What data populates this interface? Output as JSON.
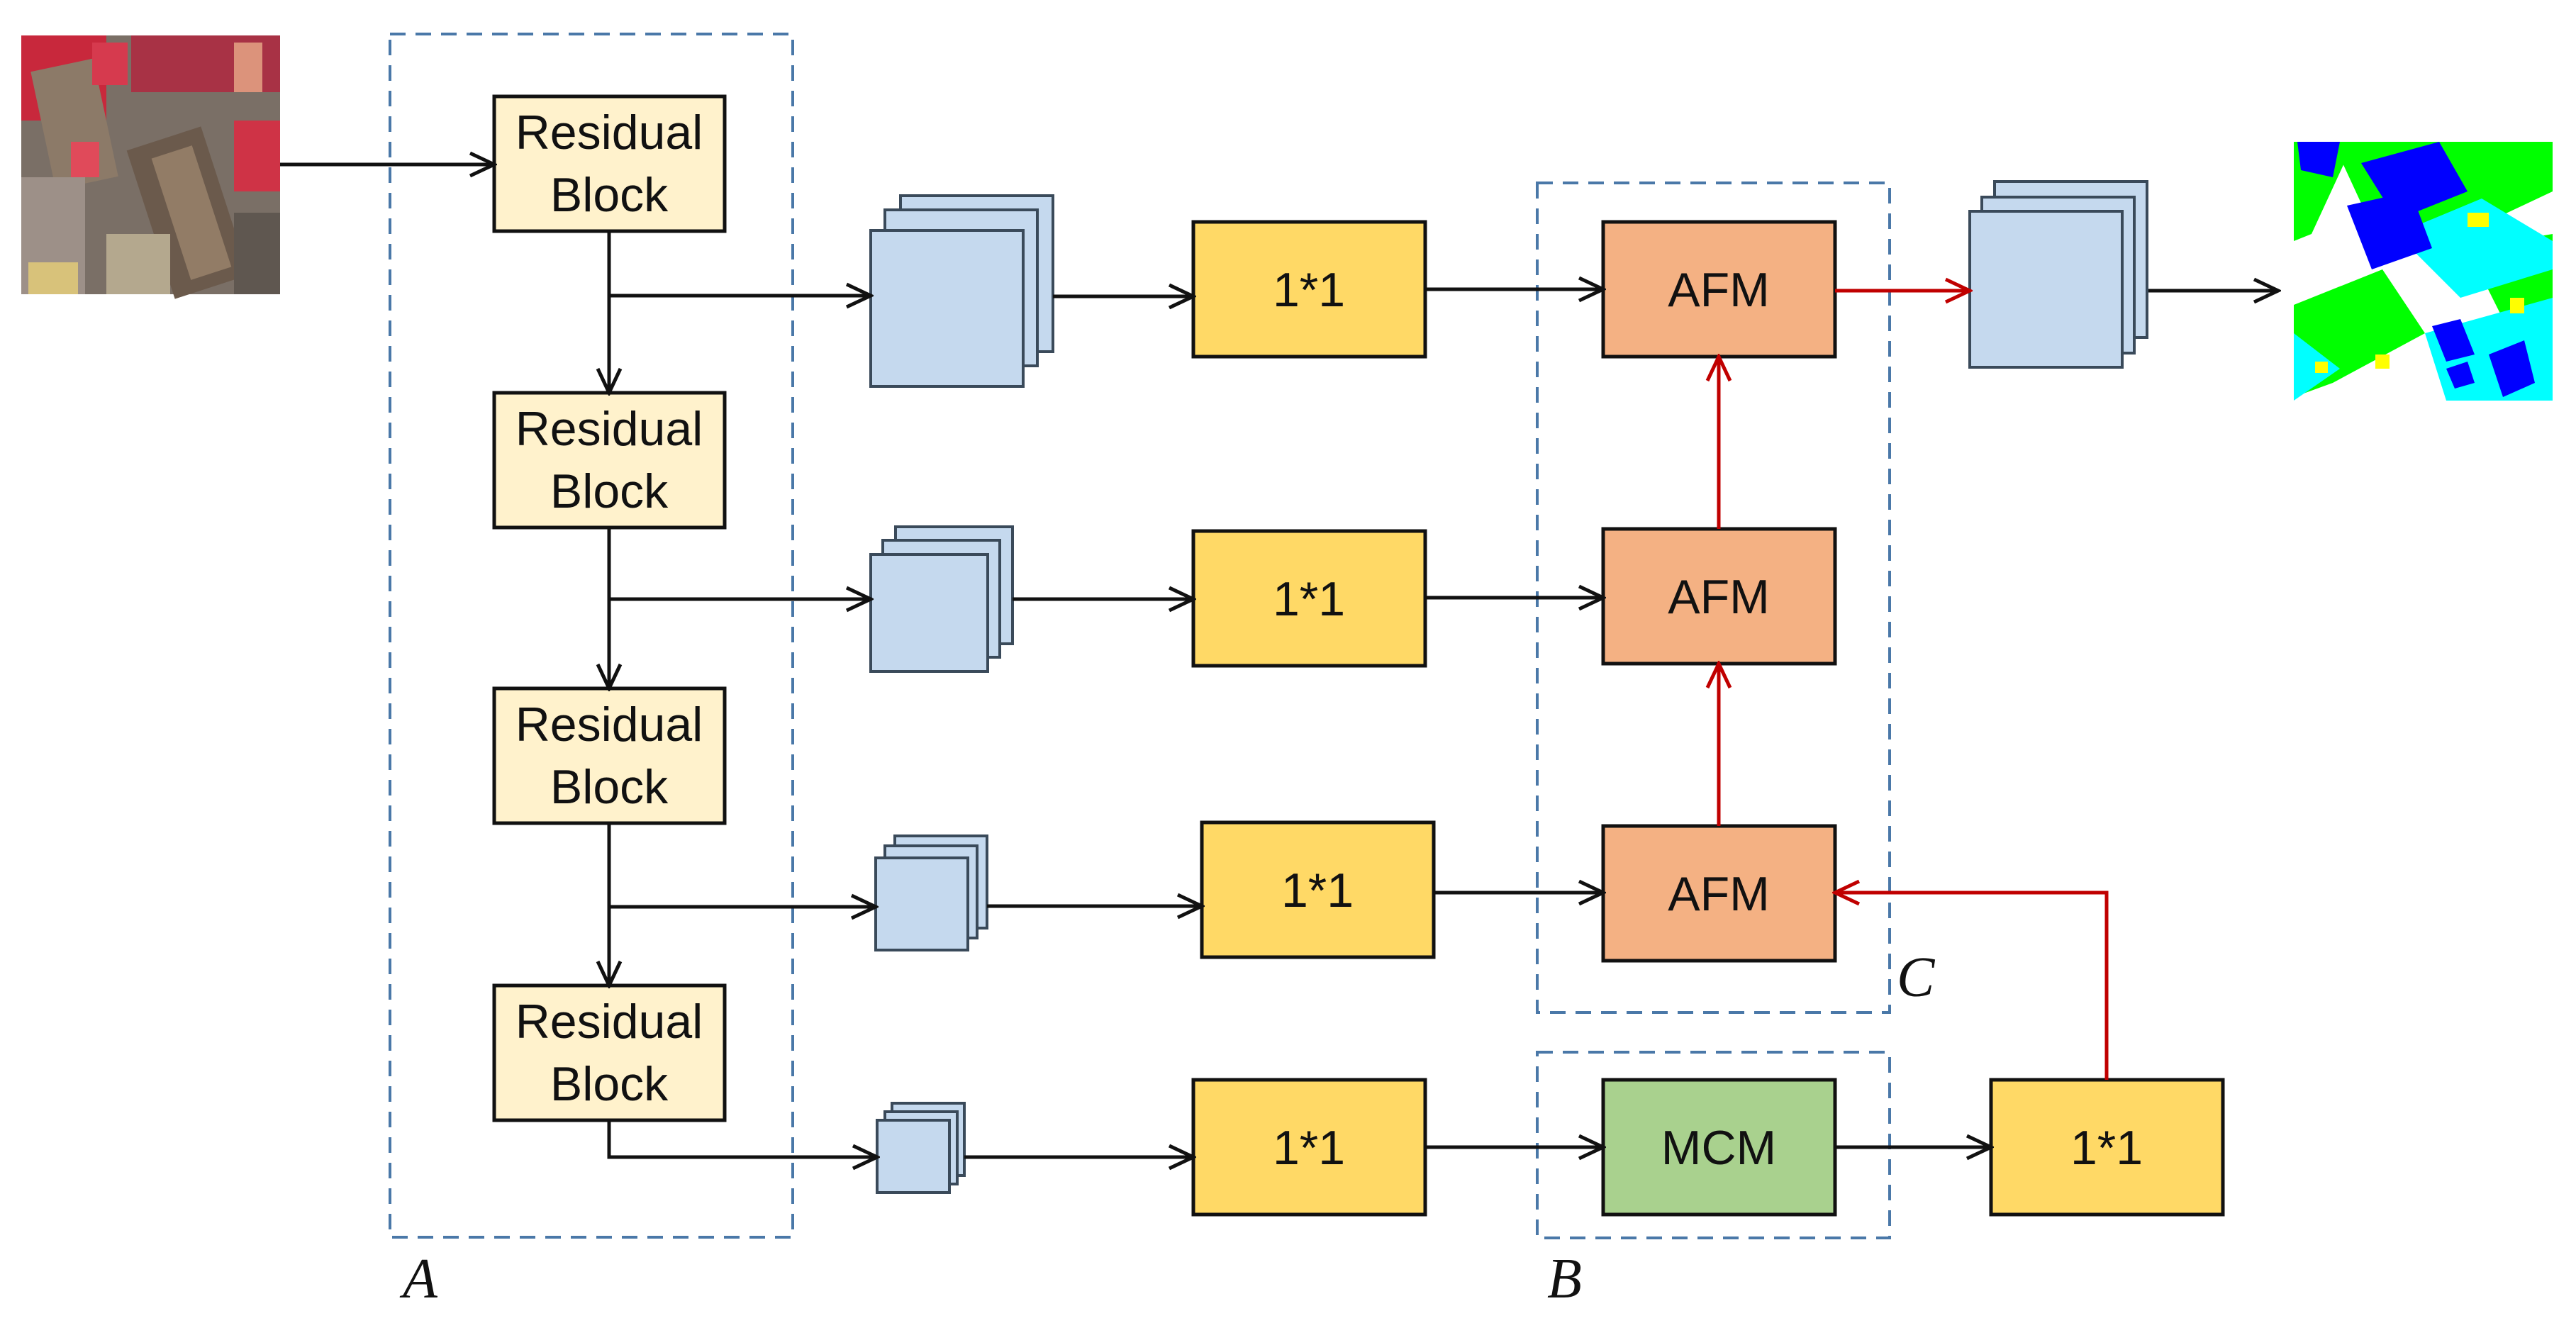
{
  "colors": {
    "residual_fill": "#fff2cc",
    "conv_fill": "#ffd966",
    "afm_fill": "#f4b183",
    "mcm_fill": "#a9d18e",
    "feature_fill": "#c5d9ee",
    "feature_edge": "#3a4a5a",
    "group_border": "#4a78a8",
    "arrow_black": "#111111",
    "arrow_red": "#c00000",
    "seg_blue": "#0000ff",
    "seg_green": "#00ff00",
    "seg_cyan": "#00ffff",
    "seg_yellow": "#ffff00",
    "seg_white": "#ffffff"
  },
  "encoder": {
    "blocks": [
      {
        "line1": "Residual",
        "line2": "Block"
      },
      {
        "line1": "Residual",
        "line2": "Block"
      },
      {
        "line1": "Residual",
        "line2": "Block"
      },
      {
        "line1": "Residual",
        "line2": "Block"
      }
    ]
  },
  "conv": {
    "labels": [
      "1*1",
      "1*1",
      "1*1",
      "1*1",
      "1*1"
    ]
  },
  "afm": {
    "labels": [
      "AFM",
      "AFM",
      "AFM"
    ]
  },
  "mcm": {
    "label": "MCM"
  },
  "groups": {
    "a": "A",
    "b": "B",
    "c": "C"
  },
  "images": {
    "input": "aerial-image",
    "output": "segmentation-map"
  }
}
